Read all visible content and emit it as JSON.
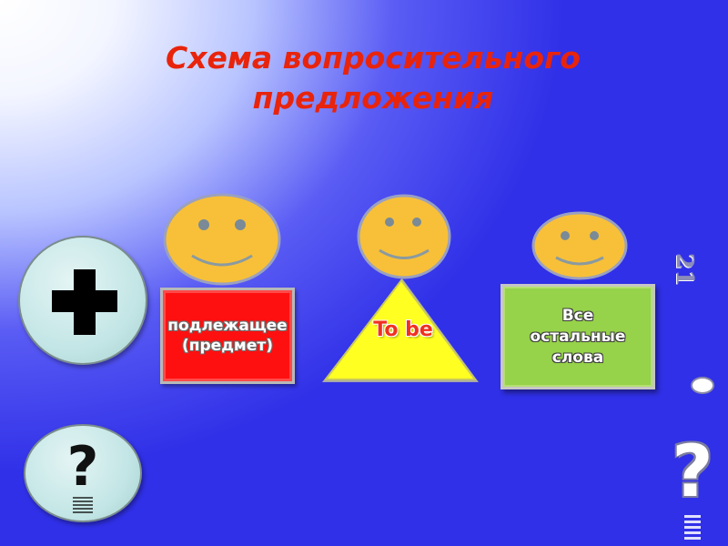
{
  "slide": {
    "title_line1": "Схема вопросительного",
    "title_line2": "предложения",
    "slide_number": "21"
  },
  "blocks": {
    "subject": {
      "line1": "подлежащее",
      "line2": "(предмет)",
      "color": "#ff1010"
    },
    "verb": {
      "label": "To be",
      "color": "#ffff22"
    },
    "rest": {
      "line1": "Все",
      "line2": "остальные",
      "line3": "слова",
      "color": "#96d24a"
    }
  },
  "faces": {
    "color": "#f8c038"
  },
  "buttons": {
    "question_button": "?",
    "big_question": "?",
    "plus_icon": "plus-icon"
  },
  "colors": {
    "title": "#e8240c",
    "background_dark": "#3030e8",
    "button_fill": "#c4e6e6"
  }
}
